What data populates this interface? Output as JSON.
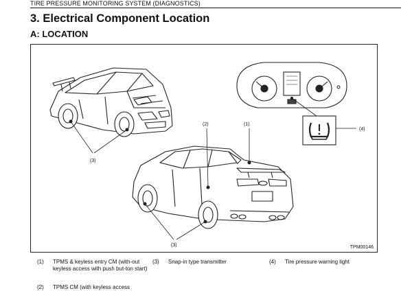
{
  "header": {
    "title": "TIRE PRESSURE MONITORING SYSTEM (DIAGNOSTICS)"
  },
  "section": {
    "number": "3.",
    "title": "Electrical Component Location"
  },
  "subsection": {
    "letter": "A:",
    "title": "LOCATION"
  },
  "figure": {
    "code": "TPM00146",
    "callouts": {
      "c1": "(1)",
      "c2": "(2)",
      "c3_front": "(3)",
      "c3_rear": "(3)",
      "c4": "(4)"
    }
  },
  "legend": [
    {
      "num": "(1)",
      "text": "TPMS & keyless entry CM (with-out keyless access with push but-ton start)"
    },
    {
      "num": "(2)",
      "text": "TPMS CM (with keyless access"
    },
    {
      "num": "(3)",
      "text": "Snap-in type transmitter"
    },
    {
      "num": "(4)",
      "text": "Tire pressure warning light"
    }
  ]
}
